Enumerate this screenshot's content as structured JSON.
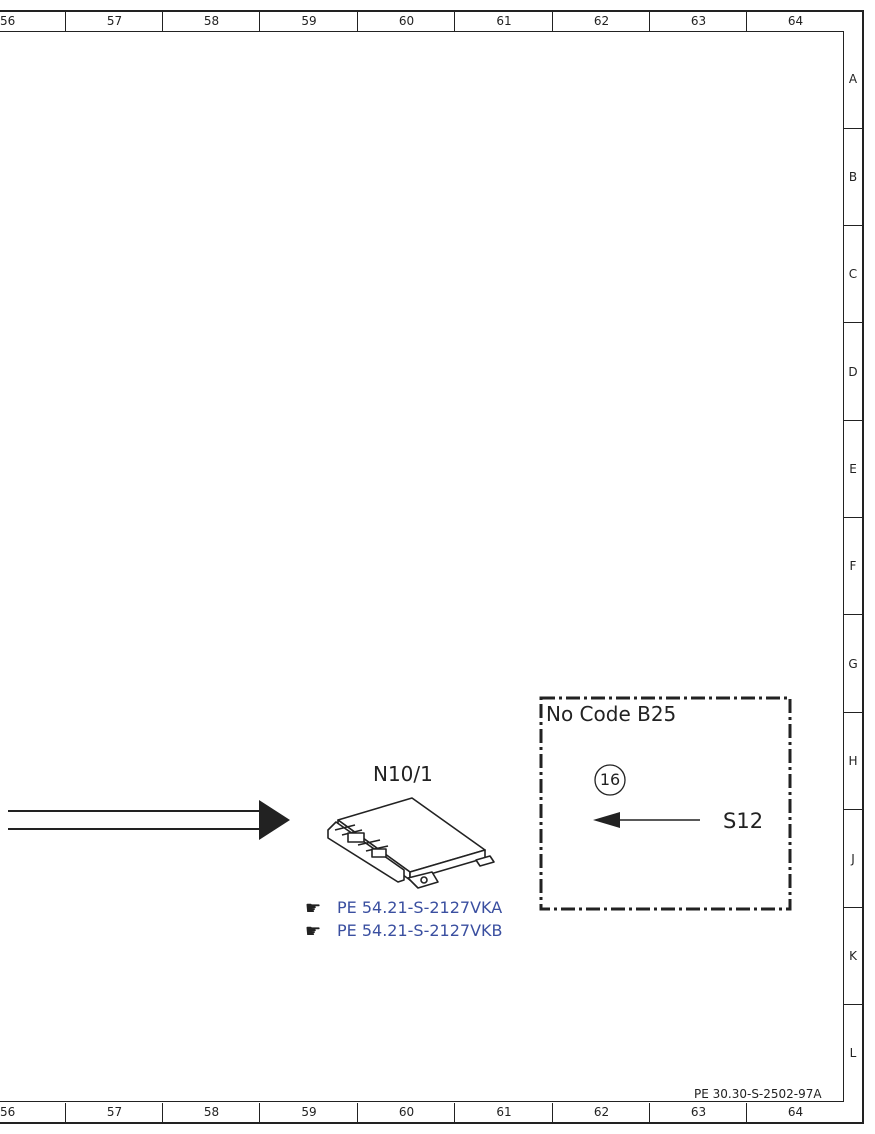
{
  "columns": [
    "56",
    "57",
    "58",
    "59",
    "60",
    "61",
    "62",
    "63",
    "64"
  ],
  "rows": [
    "A",
    "B",
    "C",
    "D",
    "E",
    "F",
    "G",
    "H",
    "J",
    "K",
    "L"
  ],
  "component": {
    "name": "N10/1",
    "refs": [
      "PE 54.21-S-2127VKA",
      "PE 54.21-S-2127VKB"
    ]
  },
  "code_box": {
    "title": "No Code B25",
    "circle_number": "16",
    "signal": "S12"
  },
  "document_number": "PE 30.30-S-2502-97A"
}
